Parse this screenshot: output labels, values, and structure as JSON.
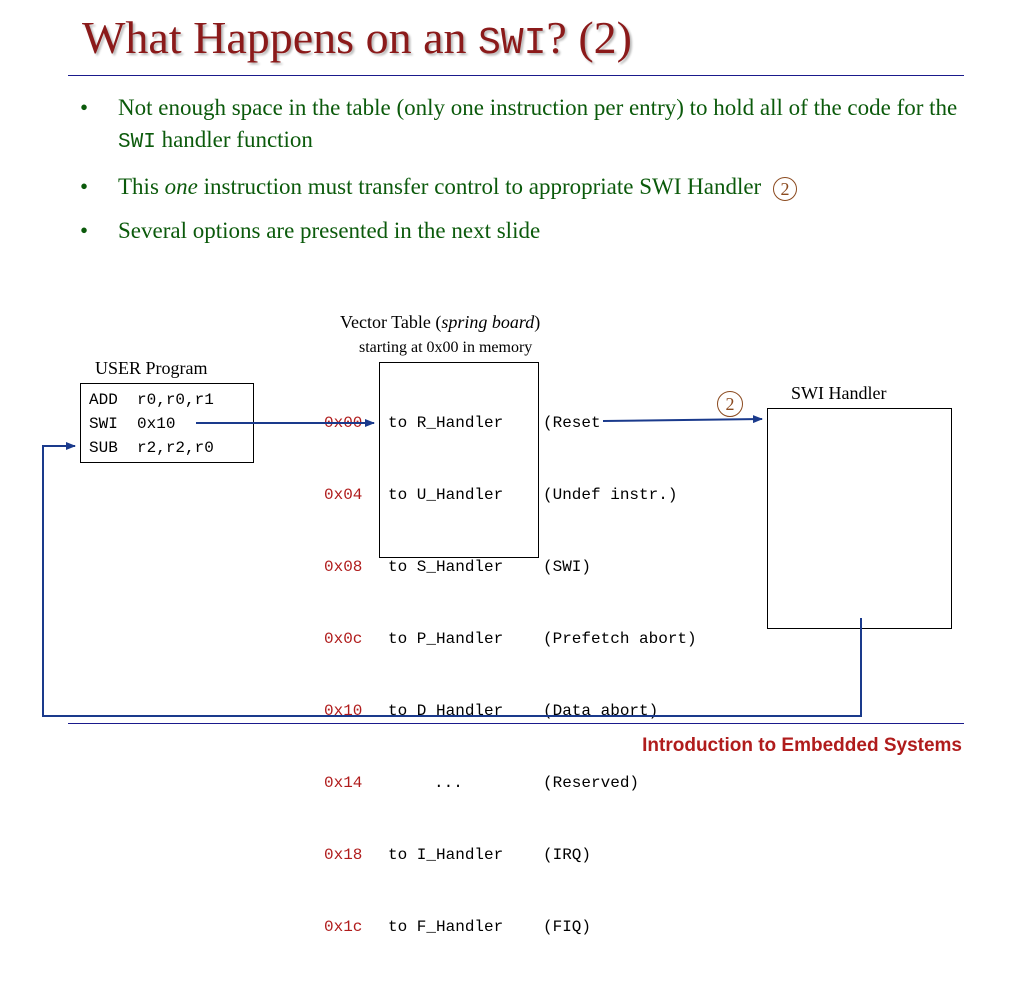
{
  "title": {
    "text": "What Happens on an ",
    "mono": "SWI",
    "suffix": "? (2)"
  },
  "bullets": [
    {
      "pre": "Not enough space in the table (only one instruction per entry) to hold all of the code for the ",
      "mono": "SWI",
      "post": " handler function"
    },
    {
      "pre": "This ",
      "em": "one",
      "post": " instruction must transfer control to appropriate SWI Handler",
      "badge": "2"
    },
    {
      "text": "Several options are presented in the next slide"
    }
  ],
  "bullet_glyph": "•",
  "diagram": {
    "user_program": {
      "label": "USER Program",
      "code": [
        "ADD  r0,r0,r1",
        "SWI  0x10",
        "SUB  r2,r2,r0"
      ]
    },
    "vector_table": {
      "title_pre": "Vector Table (",
      "title_em": "spring board",
      "title_post": ")",
      "subtitle": "starting at 0x00 in memory",
      "rows": [
        {
          "addr": "0x00",
          "handler": "to R_Handler",
          "desc": "(Reset"
        },
        {
          "addr": "0x04",
          "handler": "to U_Handler",
          "desc": "(Undef instr.)"
        },
        {
          "addr": "0x08",
          "handler": "to S_Handler",
          "desc": "(SWI)"
        },
        {
          "addr": "0x0c",
          "handler": "to P_Handler",
          "desc": "(Prefetch abort)"
        },
        {
          "addr": "0x10",
          "handler": "to D_Handler",
          "desc": "(Data abort)"
        },
        {
          "addr": "0x14",
          "handler": "...",
          "desc": "(Reserved)"
        },
        {
          "addr": "0x18",
          "handler": "to I_Handler",
          "desc": "(IRQ)"
        },
        {
          "addr": "0x1c",
          "handler": "to F_Handler",
          "desc": "(FIQ)"
        }
      ]
    },
    "swi_handler": {
      "label": "SWI Handler",
      "badge": "2"
    }
  },
  "footer": "Introduction to Embedded Systems",
  "colors": {
    "title": "#8b1a1a",
    "bullet_text": "#0b5a0b",
    "address": "#b01c1c",
    "arrow": "#1a3a8c",
    "rule": "#1a1a8c",
    "footer": "#b01c1c",
    "badge": "#8b4a1f"
  }
}
